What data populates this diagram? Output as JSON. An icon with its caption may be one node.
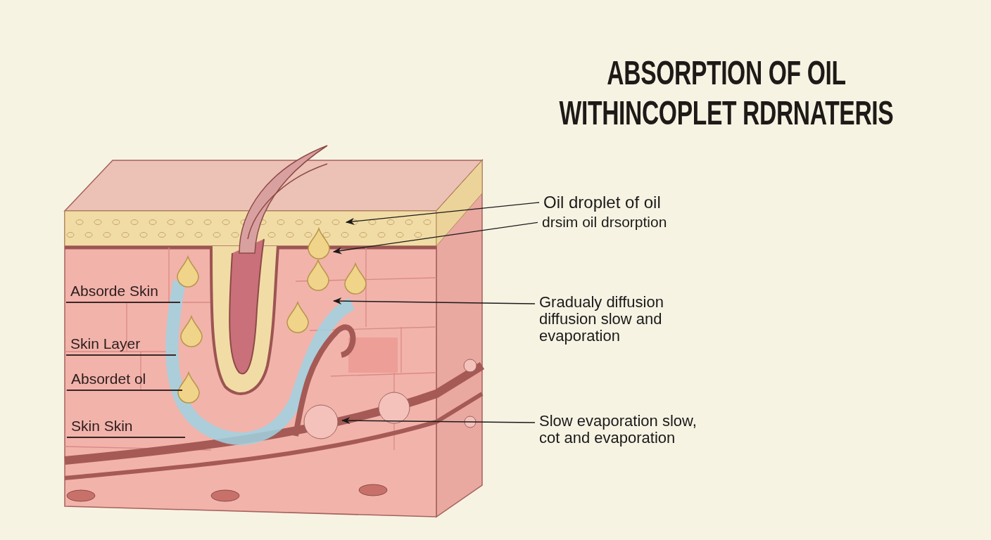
{
  "diagram": {
    "title": "ABSORPTION OF OIL WITHINCOPLET RDRNATERIS",
    "nodes": [
      {
        "text": [
          "Oil droplet of oil"
        ]
      },
      {
        "text": [
          "drsim oil drsorption"
        ]
      },
      {
        "text": [
          "Gradualy diffusion diffusion  slow and evaporation"
        ]
      },
      {
        "text": [
          "Slow evaporation slow, cot and evaporation"
        ]
      }
    ],
    "edges": [
      {
        "from": 0,
        "to": null,
        "arrow": "to"
      },
      {
        "from": 1,
        "to": null,
        "arrow": "to"
      },
      {
        "from": 2,
        "to": null,
        "arrow": "to"
      },
      {
        "from": 3,
        "to": null,
        "arrow": "to"
      }
    ],
    "labels": [
      "Absorde Skin",
      "Skin Layer",
      "Absordet ol",
      "Skin Skin"
    ]
  }
}
